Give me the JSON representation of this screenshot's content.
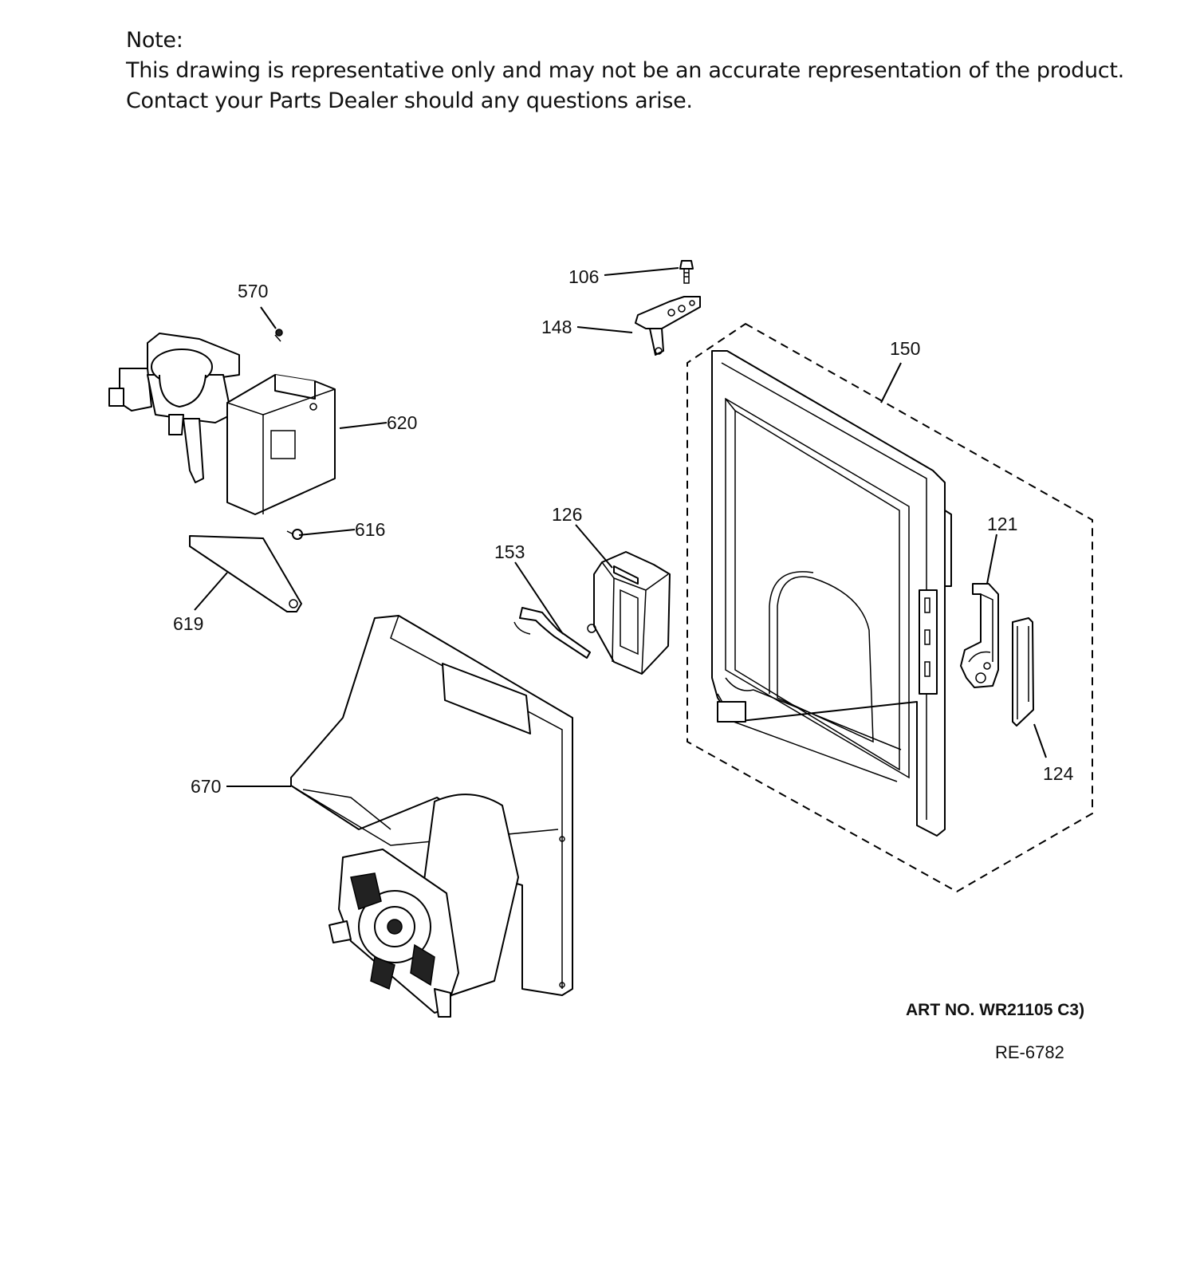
{
  "note": {
    "heading": "Note:",
    "line1": "This drawing is representative only and may not be an accurate representation of the product.",
    "line2": "Contact your Parts Dealer should any questions arise."
  },
  "callouts": {
    "c570": "570",
    "c620": "620",
    "c616": "616",
    "c619": "619",
    "c670": "670",
    "c106": "106",
    "c148": "148",
    "c150": "150",
    "c126": "126",
    "c153": "153",
    "c121": "121",
    "c124": "124"
  },
  "art_number": "ART NO. WR21105 C3)",
  "reference": "RE-6782"
}
